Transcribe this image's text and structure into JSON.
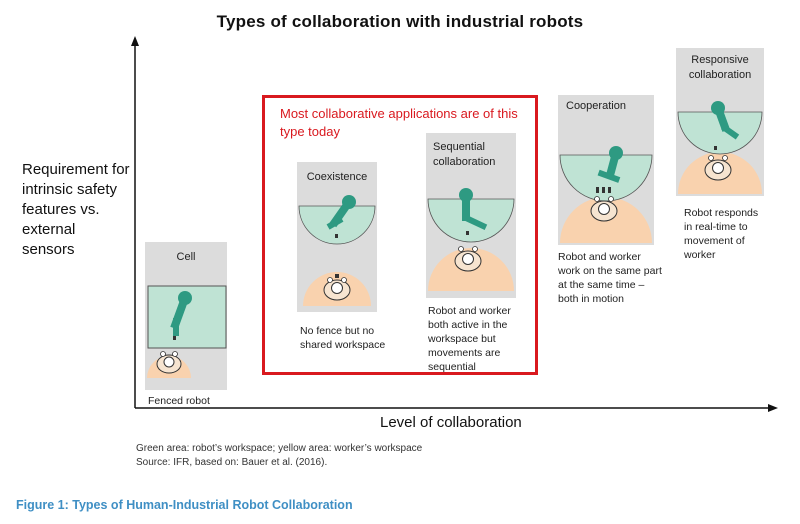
{
  "title": "Types of collaboration with industrial robots",
  "y_axis_label": "Requirement for intrinsic safety features vs. external sensors",
  "x_axis_label": "Level of collaboration",
  "highlight_note": "Most collaborative applications are of this type today",
  "types": [
    {
      "label": "Cell",
      "description": "Fenced robot"
    },
    {
      "label": "Coexistence",
      "description": "No fence but no shared workspace"
    },
    {
      "label": "Sequential collaboration",
      "description": "Robot and worker both active in the workspace but movements are sequential"
    },
    {
      "label": "Cooperation",
      "description": "Robot and worker work on the same part at the same time – both in motion"
    },
    {
      "label": "Responsive collaboration",
      "description": "Robot responds in real-time to movement of worker"
    }
  ],
  "legend_line1": "Green area: robot’s workspace; yellow area: worker’s workspace",
  "legend_line2": "Source: IFR, based on: Bauer et al. (2016).",
  "caption": "Figure 1: Types of Human-Industrial Robot Collaboration",
  "colors": {
    "robot_area": "#bfe3d4",
    "worker_area": "#f9d2ae",
    "robot_arm": "#2e9a82",
    "highlight": "#d9191f",
    "caption": "#3f8fc4"
  }
}
